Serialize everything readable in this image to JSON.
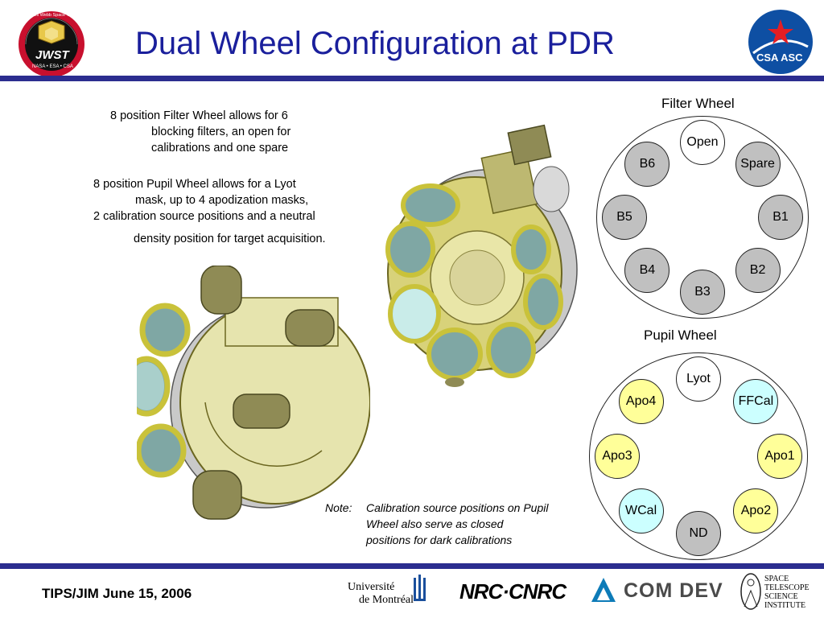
{
  "header": {
    "title": "Dual Wheel Configuration at PDR",
    "left_logo": {
      "icon": "jwst-mission-patch-icon",
      "text": "JWST",
      "ring_text": "James Webb Space Telescope",
      "sub_text": "NASA • ESA • CSA"
    },
    "right_logo": {
      "icon": "csa-asc-logo-icon",
      "text": "CSA ASC"
    }
  },
  "description": {
    "filter_lines": [
      "8 position Filter Wheel allows for 6",
      "blocking filters, an open for",
      "calibrations and one spare"
    ],
    "pupil_lines": [
      "8 position Pupil Wheel allows for a Lyot",
      "mask, up to 4 apodization masks,",
      "2 calibration source positions and a neutral",
      "density position for target acquisition."
    ]
  },
  "filter_wheel": {
    "title": "Filter Wheel",
    "slots": [
      {
        "label": "Open",
        "color": "#ffffff"
      },
      {
        "label": "Spare",
        "color": "#c0c0c0"
      },
      {
        "label": "B1",
        "color": "#c0c0c0"
      },
      {
        "label": "B2",
        "color": "#c0c0c0"
      },
      {
        "label": "B3",
        "color": "#c0c0c0"
      },
      {
        "label": "B4",
        "color": "#c0c0c0"
      },
      {
        "label": "B5",
        "color": "#c0c0c0"
      },
      {
        "label": "B6",
        "color": "#c0c0c0"
      }
    ]
  },
  "pupil_wheel": {
    "title": "Pupil Wheel",
    "slots": [
      {
        "label": "Lyot",
        "color": "#ffffff"
      },
      {
        "label": "FFCal",
        "color": "#ccffff"
      },
      {
        "label": "Apo1",
        "color": "#ffff99"
      },
      {
        "label": "Apo2",
        "color": "#ffff99"
      },
      {
        "label": "ND",
        "color": "#c0c0c0"
      },
      {
        "label": "WCal",
        "color": "#ccffff"
      },
      {
        "label": "Apo3",
        "color": "#ffff99"
      },
      {
        "label": "Apo4",
        "color": "#ffff99"
      }
    ]
  },
  "note": {
    "prefix": "Note:",
    "lines": [
      "Calibration source positions on Pupil",
      "Wheel also serve as closed",
      "positions for dark calibrations"
    ]
  },
  "images": {
    "front_wheel": "dual-wheel-assembly-front-render",
    "back_wheel": "dual-wheel-assembly-back-render"
  },
  "footer": {
    "text": "TIPS/JIM  June 15, 2006",
    "logos": [
      {
        "icon": "universite-de-montreal-logo",
        "lines": [
          "Université",
          "de Montréal"
        ]
      },
      {
        "icon": "nrc-cnrc-logo",
        "lines": [
          "NRC·CNRC"
        ]
      },
      {
        "icon": "com-dev-logo",
        "lines": [
          "COM DEV"
        ]
      },
      {
        "icon": "space-telescope-science-institute-logo",
        "lines": [
          "SPACE",
          "TELESCOPE",
          "SCIENCE",
          "INSTITUTE"
        ]
      }
    ]
  },
  "colors": {
    "title": "#1a1f9c",
    "rule": "#2b2d8f",
    "blocking_filter": "#c0c0c0",
    "calibration": "#ccffff",
    "apodizer": "#ffff99",
    "mechanism_gold": "#d6d07a",
    "mechanism_olive": "#8f8b55",
    "lens_glass": "#7fa7a4"
  }
}
